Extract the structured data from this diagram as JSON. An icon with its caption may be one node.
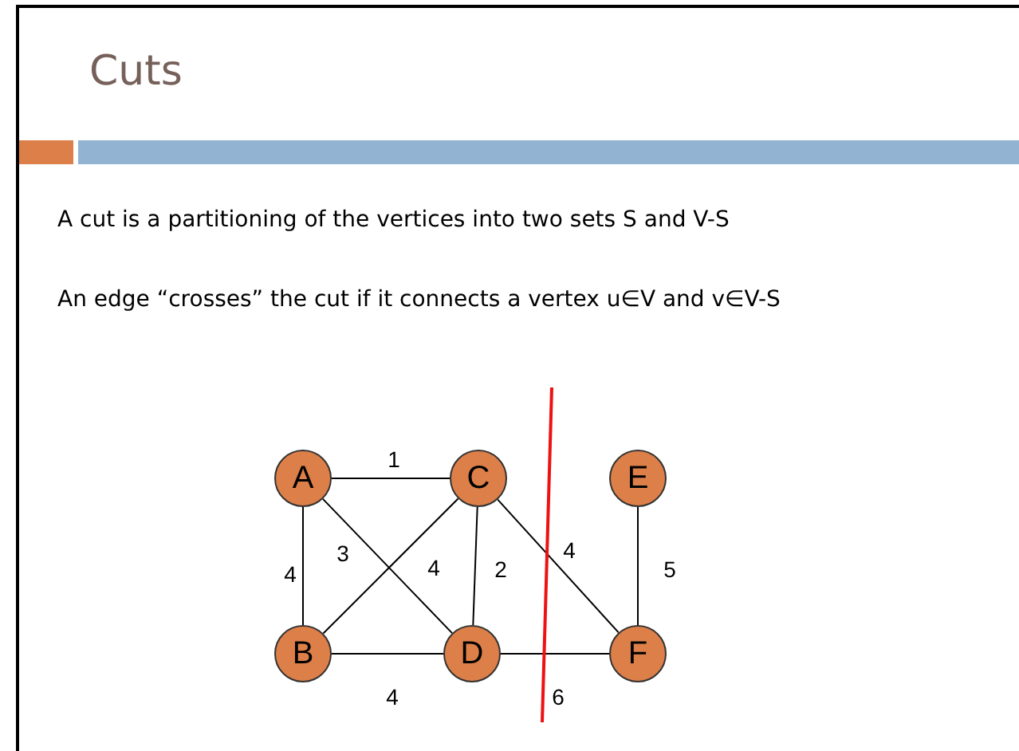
{
  "diagram": {
    "title": "Cuts",
    "nodes": [
      {
        "text": [
          "A"
        ]
      },
      {
        "text": [
          "C"
        ]
      },
      {
        "text": [
          "E"
        ]
      },
      {
        "text": [
          "B"
        ]
      },
      {
        "text": [
          "D"
        ]
      },
      {
        "text": [
          "F"
        ]
      }
    ],
    "edges": [
      {
        "from": 0,
        "to": 1,
        "arrow": "none",
        "label": "1"
      },
      {
        "from": 0,
        "to": 3,
        "arrow": "none",
        "label": "4"
      },
      {
        "from": 0,
        "to": 4,
        "arrow": "none",
        "label": "3"
      },
      {
        "from": 3,
        "to": 1,
        "arrow": "none",
        "label": "4"
      },
      {
        "from": 1,
        "to": 4,
        "arrow": "none",
        "label": "2"
      },
      {
        "from": 1,
        "to": 5,
        "arrow": "none",
        "label": "4"
      },
      {
        "from": 2,
        "to": 5,
        "arrow": "none",
        "label": "5"
      },
      {
        "from": 3,
        "to": 4,
        "arrow": "none",
        "label": "4"
      },
      {
        "from": 4,
        "to": 5,
        "arrow": "none",
        "label": "6"
      }
    ],
    "labels": [
      "A cut is a partitioning of the vertices into two sets S and V-S",
      "An edge “crosses” the cut if it connects a vertex u∈V and v∈V-S"
    ]
  }
}
